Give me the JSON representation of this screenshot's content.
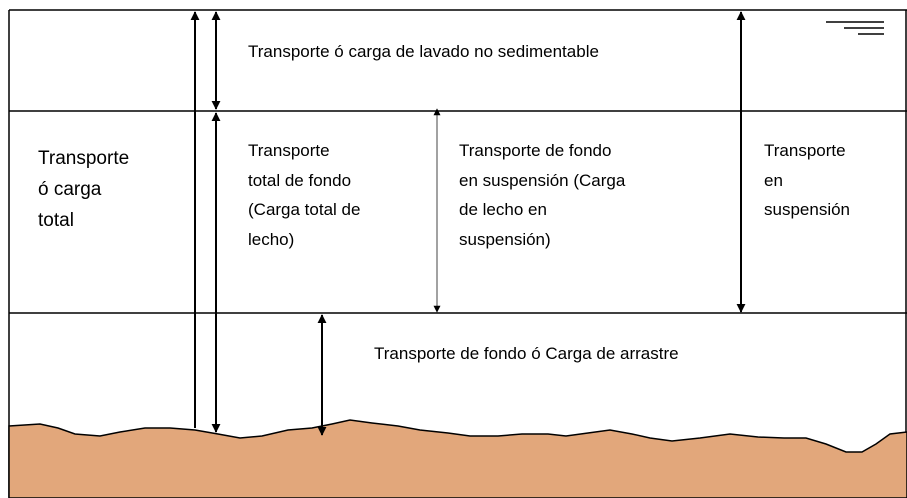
{
  "labels": {
    "wash_load": "Transporte ó carga de lavado no sedimentable",
    "total_load": [
      "Transporte",
      "ó carga",
      "total"
    ],
    "total_bed_load": [
      "Transporte",
      "total de fondo",
      "(Carga total de",
      "lecho)"
    ],
    "suspended_bed_load": [
      "Transporte de fondo",
      "en suspensión (Carga",
      "de lecho en",
      "suspensión)"
    ],
    "suspended_load": [
      "Transporte",
      "en",
      "suspensión"
    ],
    "drag_load": "Transporte de fondo ó Carga de arrastre"
  },
  "icons": {
    "water_surface": "water-surface-symbol"
  },
  "colors": {
    "sediment": "#E2A77B",
    "lines": "#000000",
    "background": "#FFFFFF"
  }
}
